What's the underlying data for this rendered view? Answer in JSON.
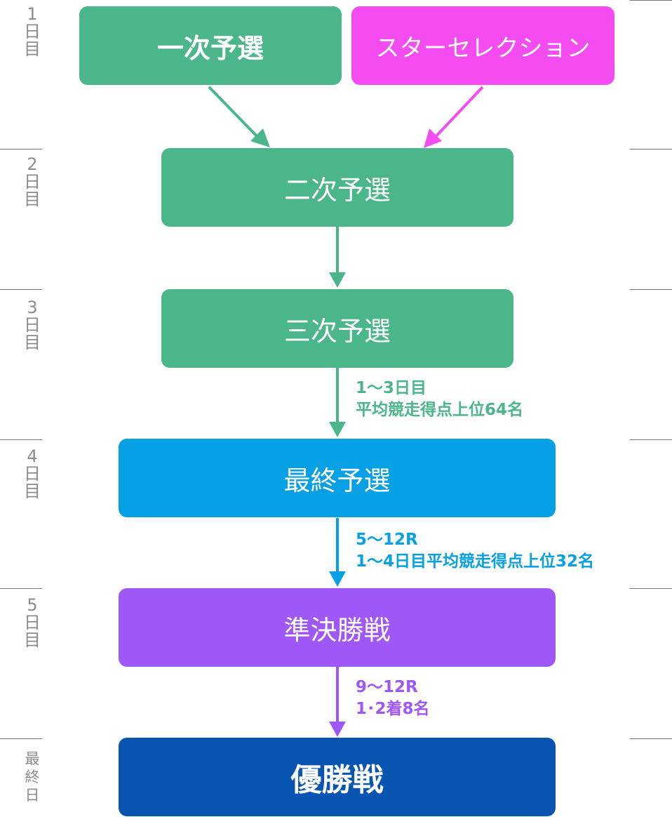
{
  "days": [
    {
      "chars": [
        "1",
        "日",
        "目"
      ]
    },
    {
      "chars": [
        "2",
        "日",
        "目"
      ]
    },
    {
      "chars": [
        "3",
        "日",
        "目"
      ]
    },
    {
      "chars": [
        "4",
        "日",
        "目"
      ]
    },
    {
      "chars": [
        "5",
        "日",
        "目"
      ]
    },
    {
      "chars": [
        "最",
        "終",
        "日"
      ]
    }
  ],
  "stages": {
    "first": "一次予選",
    "star": "スターセレクション",
    "second": "二次予選",
    "third": "三次予選",
    "final_qual": "最終予選",
    "semi": "準決勝戦",
    "final": "優勝戦"
  },
  "notes": {
    "to_final_qual": [
      "1～3日目",
      "平均競走得点上位64名"
    ],
    "to_semi": [
      "5～12R",
      "1～4日目平均競走得点上位32名"
    ],
    "to_final": [
      "9～12R",
      "1･2着8名"
    ]
  },
  "colors": {
    "green": "#4bb68a",
    "pink": "#f54cf2",
    "blue": "#07a0e4",
    "purple": "#a057f7",
    "navy": "#0755b0",
    "day_label": "#8c8c8c"
  }
}
